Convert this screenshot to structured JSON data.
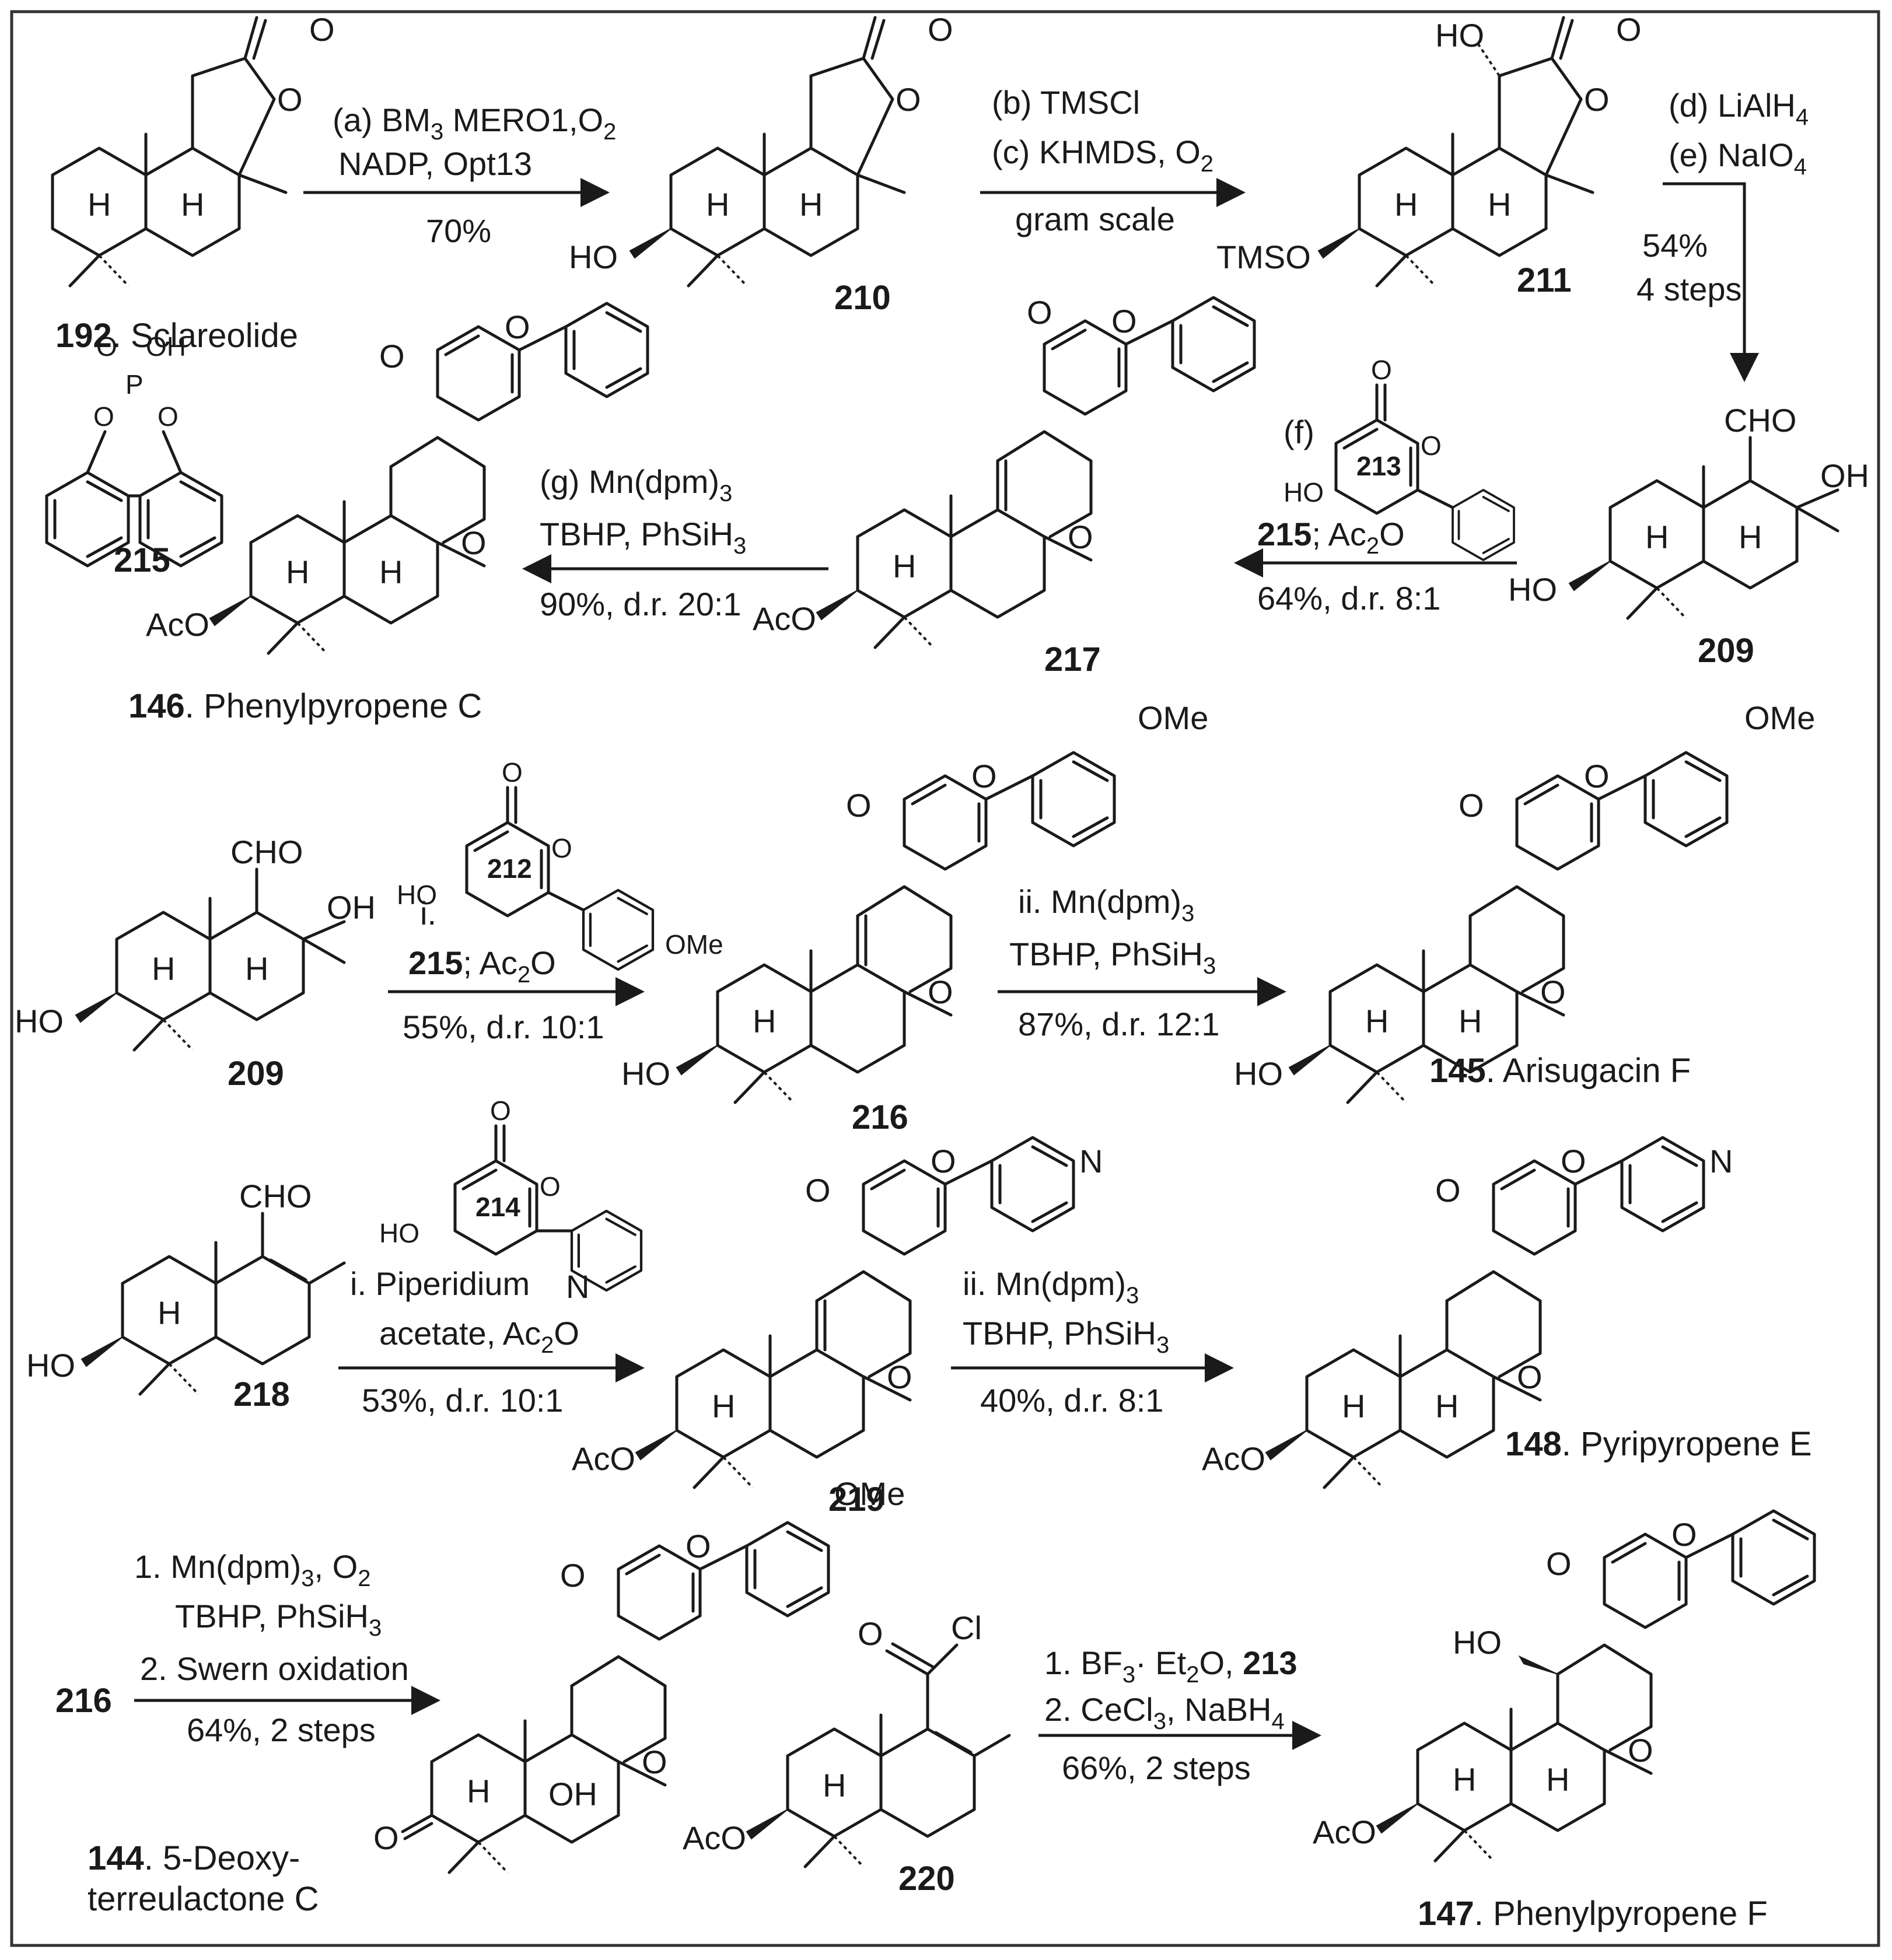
{
  "compounds": {
    "c192": {
      "num": "192",
      "name": ". Sclareolide"
    },
    "c210": {
      "num": "210"
    },
    "c211": {
      "num": "211"
    },
    "c209a": {
      "num": "209"
    },
    "c217": {
      "num": "217"
    },
    "c146": {
      "num": "146",
      "name": ". Phenylpyropene C"
    },
    "c215": {
      "num": "215"
    },
    "c209b": {
      "num": "209"
    },
    "c216": {
      "num": "216"
    },
    "c145": {
      "num": "145",
      "name": ". Arisugacin F"
    },
    "c218": {
      "num": "218"
    },
    "c219": {
      "num": "219"
    },
    "c148": {
      "num": "148",
      "name": ". Pyripyropene E"
    },
    "c144": {
      "num": "144",
      "name": ". 5-Deoxy-",
      "name2": "terreulactone C"
    },
    "c220": {
      "num": "220"
    },
    "c147": {
      "num": "147",
      "name": ". Phenylpyropene F"
    },
    "c216start": {
      "num": "216"
    }
  },
  "reactions": {
    "r1": {
      "l1": "(a) BM",
      "l1sub": "3",
      "l1b": " MERO1,O",
      "l1sub2": "2",
      "l2": "NADP, Opt13",
      "yield": "70%"
    },
    "r2": {
      "l1": "(b) TMSCl",
      "l2": "(c) KHMDS, O",
      "l2sub": "2",
      "l3": "gram scale"
    },
    "r3": {
      "l1": "(d) LiAlH",
      "l1sub": "4",
      "l2": "(e) NaIO",
      "l2sub": "4",
      "yield": "54%",
      "steps": "4 steps"
    },
    "r4": {
      "l1": "(f)",
      "reagent": "215",
      "l2": "; Ac",
      "l2sub": "2",
      "l2b": "O",
      "yield": "64%, d.r. 8:1"
    },
    "r5": {
      "l1": "(g) Mn(dpm)",
      "l1sub": "3",
      "l2": "TBHP, PhSiH",
      "l2sub": "3",
      "yield": "90%, d.r. 20:1"
    },
    "r6": {
      "i": "i.",
      "reagent": "215",
      "l2": "; Ac",
      "l2sub": "2",
      "l2b": "O",
      "yield": "55%, d.r. 10:1"
    },
    "r7": {
      "l1": "ii. Mn(dpm)",
      "l1sub": "3",
      "l2": "TBHP, PhSiH",
      "l2sub": "3",
      "yield": "87%, d.r. 12:1"
    },
    "r8": {
      "l1": "i. Piperidium",
      "l2": "acetate, Ac",
      "l2sub": "2",
      "l2b": "O",
      "yield": "53%, d.r. 10:1"
    },
    "r9": {
      "l1": "ii. Mn(dpm)",
      "l1sub": "3",
      "l2": "TBHP, PhSiH",
      "l2sub": "3",
      "yield": "40%, d.r. 8:1"
    },
    "r10": {
      "l1": "1. Mn(dpm)",
      "l1sub": "3",
      "l1b": ", O",
      "l1sub2": "2",
      "l2": "TBHP, PhSiH",
      "l2sub": "3",
      "l3": "2. Swern oxidation",
      "yield": "64%, 2 steps"
    },
    "r11": {
      "l1": "1. BF",
      "l1sub": "3",
      "l1b": "· Et",
      "l1sub2": "2",
      "l1c": "O, ",
      "reagent": "213",
      "l2": "2. CeCl",
      "l2sub": "3",
      "l2b": ", NaBH",
      "l2sub2": "4",
      "yield": "66%, 2 steps"
    }
  },
  "labels": {
    "reagent212": "212",
    "reagent213": "213",
    "reagent214": "214"
  }
}
